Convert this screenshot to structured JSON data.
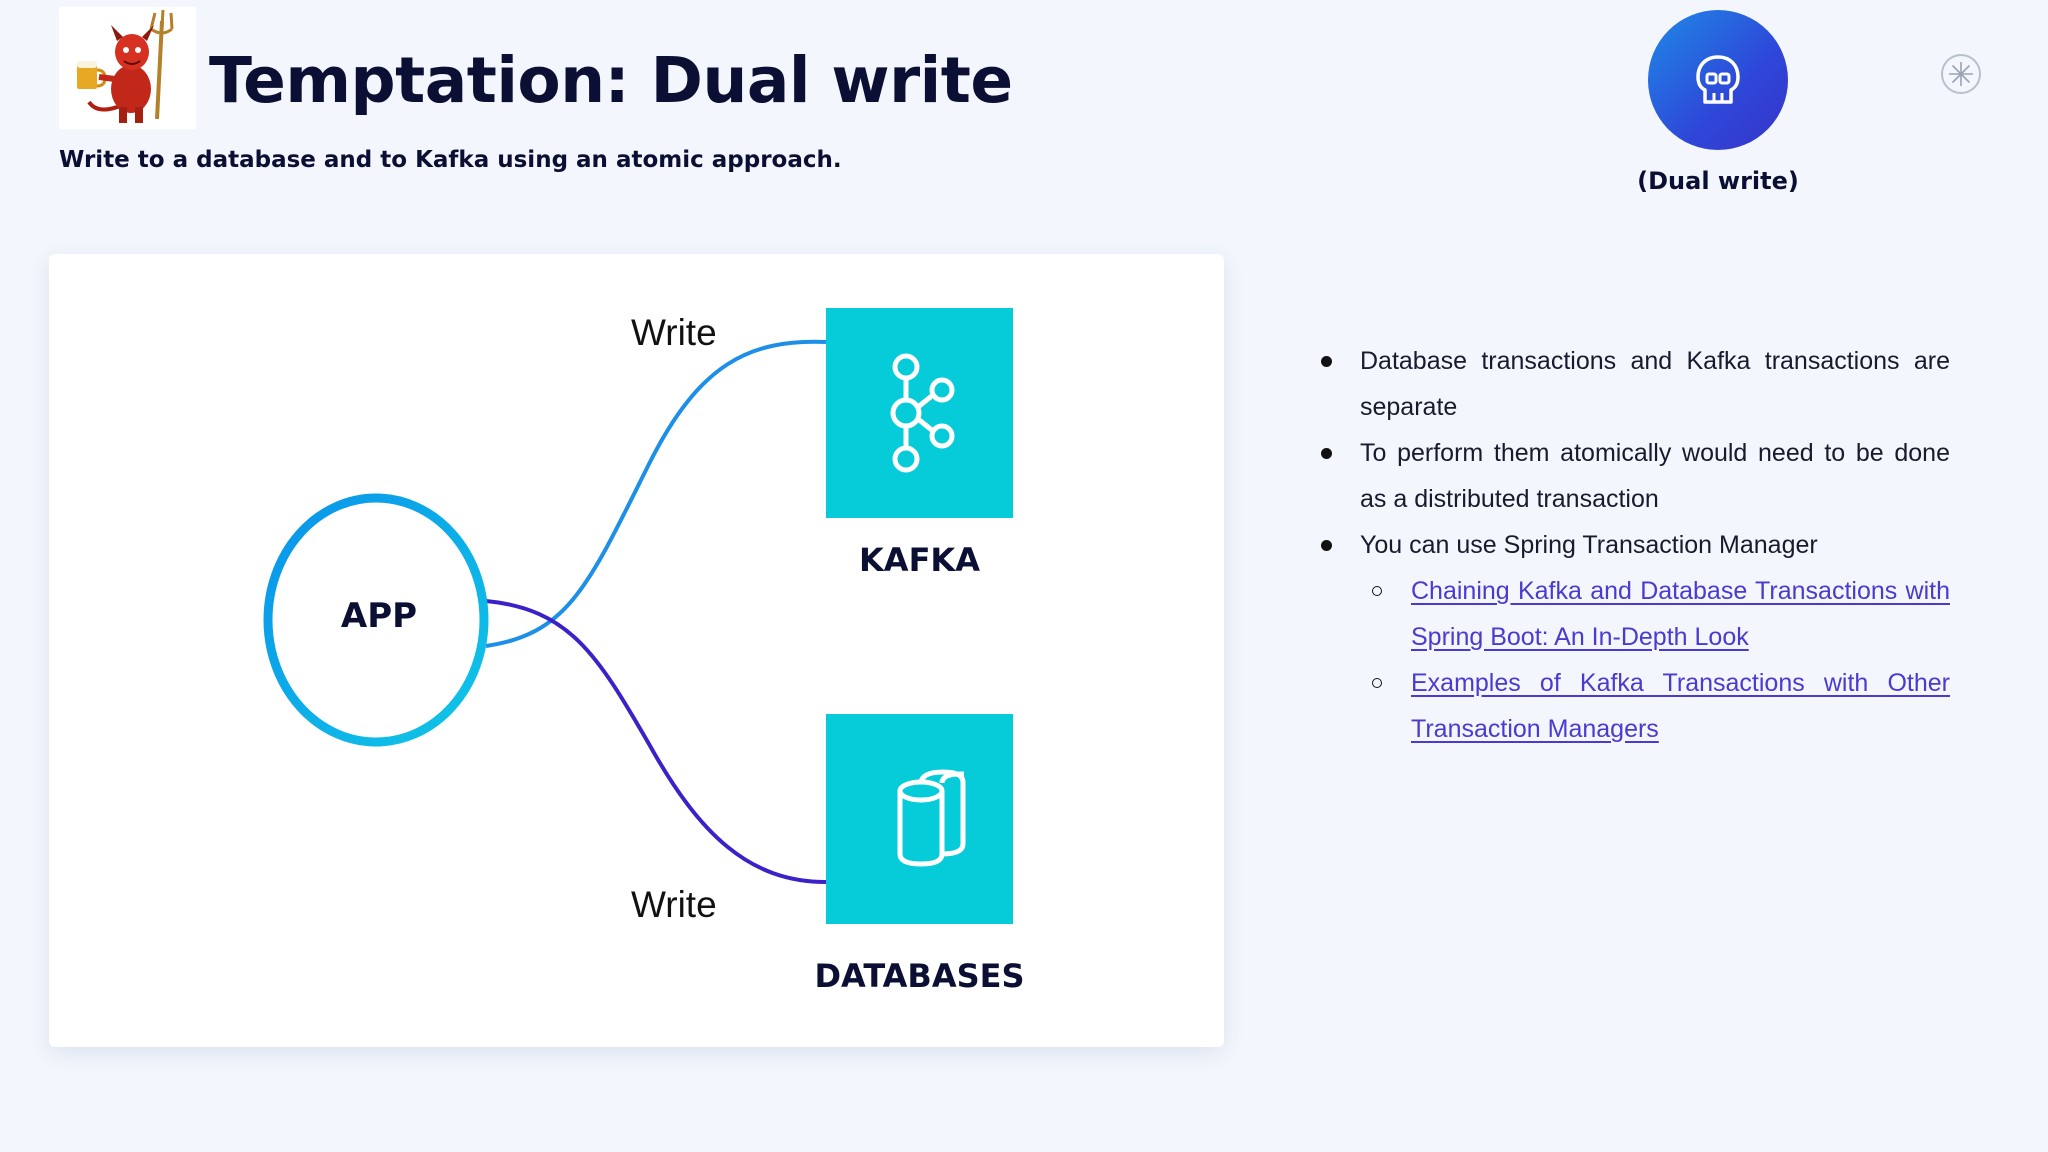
{
  "slide": {
    "title": "Temptation: Dual write",
    "subtitle": "Write to a database and to Kafka using an atomic approach.",
    "logo_icon": "devil-mascot-icon"
  },
  "badge": {
    "icon": "skull-icon",
    "label": "(Dual write)",
    "colors": [
      "#1f8ae8",
      "#3734c9"
    ]
  },
  "corner_icon": "sparkle-icon",
  "diagram": {
    "app_label": "APP",
    "kafka_label": "KAFKA",
    "databases_label": "DATABASES",
    "write_top": "Write",
    "write_bottom": "Write",
    "box_color": "#06ccd9",
    "kafka_icon": "kafka-icon",
    "database_icon": "database-icon"
  },
  "bullets": [
    {
      "text": "Database transactions and Kafka transactions are separate"
    },
    {
      "text": "To perform them atomically would need to be done as a distributed transaction"
    },
    {
      "text": "You can use Spring Transaction Manager"
    }
  ],
  "links": [
    {
      "text": "Chaining Kafka and Database Transactions with Spring Boot: An In-Depth Look"
    },
    {
      "text": "Examples of Kafka Transactions with Other Transaction Managers"
    }
  ]
}
